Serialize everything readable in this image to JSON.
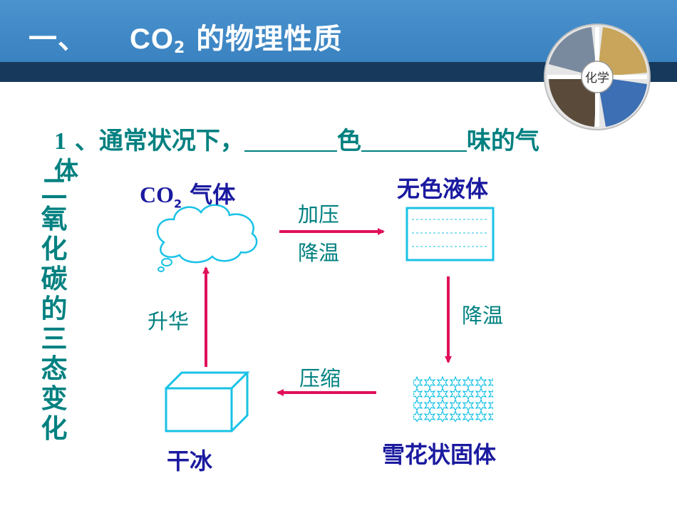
{
  "header": {
    "title_num": "一、",
    "title_co": "CO",
    "title_sub": "2",
    "title_rest": "的物理性质",
    "logo_text": "化学"
  },
  "question": {
    "num": "1",
    "sep": "、",
    "prefix": "通常状况下，",
    "mid": "色",
    "suffix": "味的气",
    "line2": "体"
  },
  "side_label": [
    "二",
    "氧",
    "化",
    "碳",
    "的",
    "三",
    "态",
    "变",
    "化"
  ],
  "diagram": {
    "gas_co": "CO",
    "gas_sub": "2",
    "gas_rest": " 气体",
    "liquid": "无色液体",
    "solid_snow": "雪花状固体",
    "dry_ice": "干冰",
    "arrow_top_a": "加压",
    "arrow_top_b": "降温",
    "arrow_right": "降温",
    "arrow_bottom": "压缩",
    "arrow_left": "升华"
  },
  "colors": {
    "title_bg": "#3a82c0",
    "title_strip": "#173a5c",
    "teal": "#008080",
    "blue_label": "#1a1aa0",
    "arrow": "#e0105a",
    "shape": "#19c2e6"
  }
}
